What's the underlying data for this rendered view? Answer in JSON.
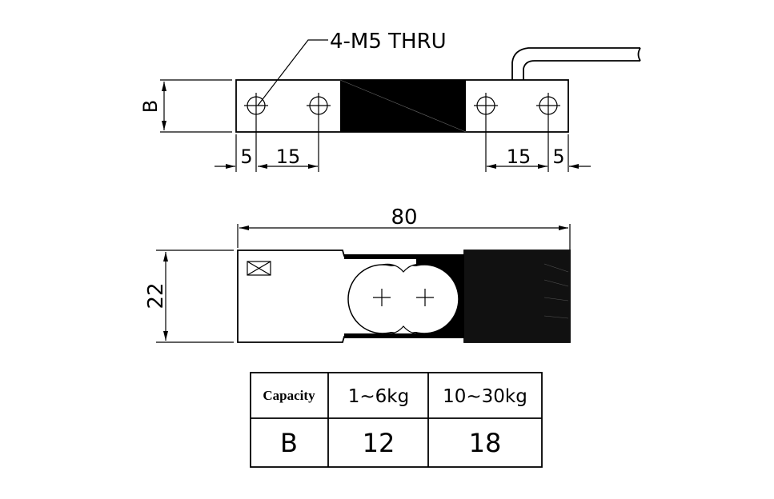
{
  "top_view": {
    "callout": "4-M5 THRU",
    "width_dim": "B",
    "left_edge_dim": "5",
    "left_spacing_dim": "15",
    "right_spacing_dim": "15",
    "right_edge_dim": "5"
  },
  "side_view": {
    "length_dim": "80",
    "height_dim": "22"
  },
  "spec_table": {
    "headers": [
      "Capacity",
      "1~6kg",
      "10~30kg"
    ],
    "row": [
      "B",
      "12",
      "18"
    ]
  },
  "colors": {
    "line": "#000000",
    "background": "#ffffff"
  }
}
